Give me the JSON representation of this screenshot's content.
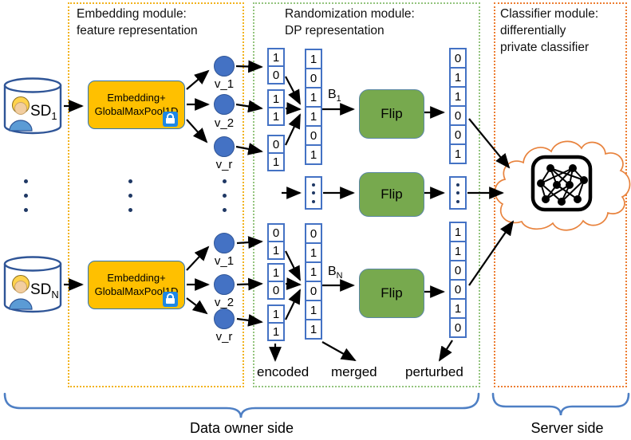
{
  "modules": {
    "embedding": {
      "line1": "Embedding module:",
      "line2": "feature representation",
      "border_color": "#F2B31C"
    },
    "randomization": {
      "line1": "Randomization module:",
      "line2": "DP representation",
      "border_color": "#93C47D"
    },
    "classifier": {
      "line1": "Classifier module:",
      "line2": "differentially",
      "line3": "private classifier",
      "border_color": "#ED7D31"
    }
  },
  "sources": {
    "sd1": {
      "base": "SD",
      "sub": "1"
    },
    "sdn": {
      "base": "SD",
      "sub": "N"
    }
  },
  "embedding_box": {
    "line1": "Embedding+",
    "line2": "GlobalMaxPool1D",
    "fill_color": "#FFC000",
    "icon": "lock-icon"
  },
  "vector_labels": {
    "v1": "v_1",
    "v2": "v_2",
    "vr": "v_r"
  },
  "flip": {
    "label": "Flip",
    "fill_color": "#77A94E"
  },
  "b_labels": {
    "b1": {
      "base": "B",
      "sub": "1"
    },
    "bn": {
      "base": "B",
      "sub": "N"
    }
  },
  "bits": {
    "top": {
      "encoded": [
        [
          1,
          0
        ],
        [
          1,
          1
        ],
        [
          0,
          1
        ]
      ],
      "merged": [
        1,
        0,
        1,
        1,
        0,
        1
      ],
      "perturbed": [
        0,
        1,
        1,
        0,
        0,
        1
      ]
    },
    "bottom": {
      "encoded": [
        [
          0,
          1
        ],
        [
          1,
          0
        ],
        [
          1,
          1
        ]
      ],
      "merged": [
        0,
        1,
        1,
        0,
        1,
        1
      ],
      "perturbed": [
        1,
        1,
        0,
        0,
        1,
        0
      ]
    }
  },
  "stage_labels": {
    "encoded": "encoded",
    "merged": "merged",
    "perturbed": "perturbed"
  },
  "side_labels": {
    "data_owner": "Data owner side",
    "server": "Server side"
  },
  "icons": {
    "database_user": "database-user-icon",
    "lock": "lock-icon",
    "neural_network": "neural-network-icon",
    "cloud": "server-cloud-shape"
  },
  "colors": {
    "accent_blue": "#4472C4",
    "circle_blue": "#4472C4",
    "brace_blue": "#4E7FC4",
    "cloud_orange": "#E8823C",
    "lock_blue": "#1E88E5",
    "flip_green": "#77A94E",
    "embed_orange": "#FFC000",
    "dot_navy": "#1F3864"
  }
}
